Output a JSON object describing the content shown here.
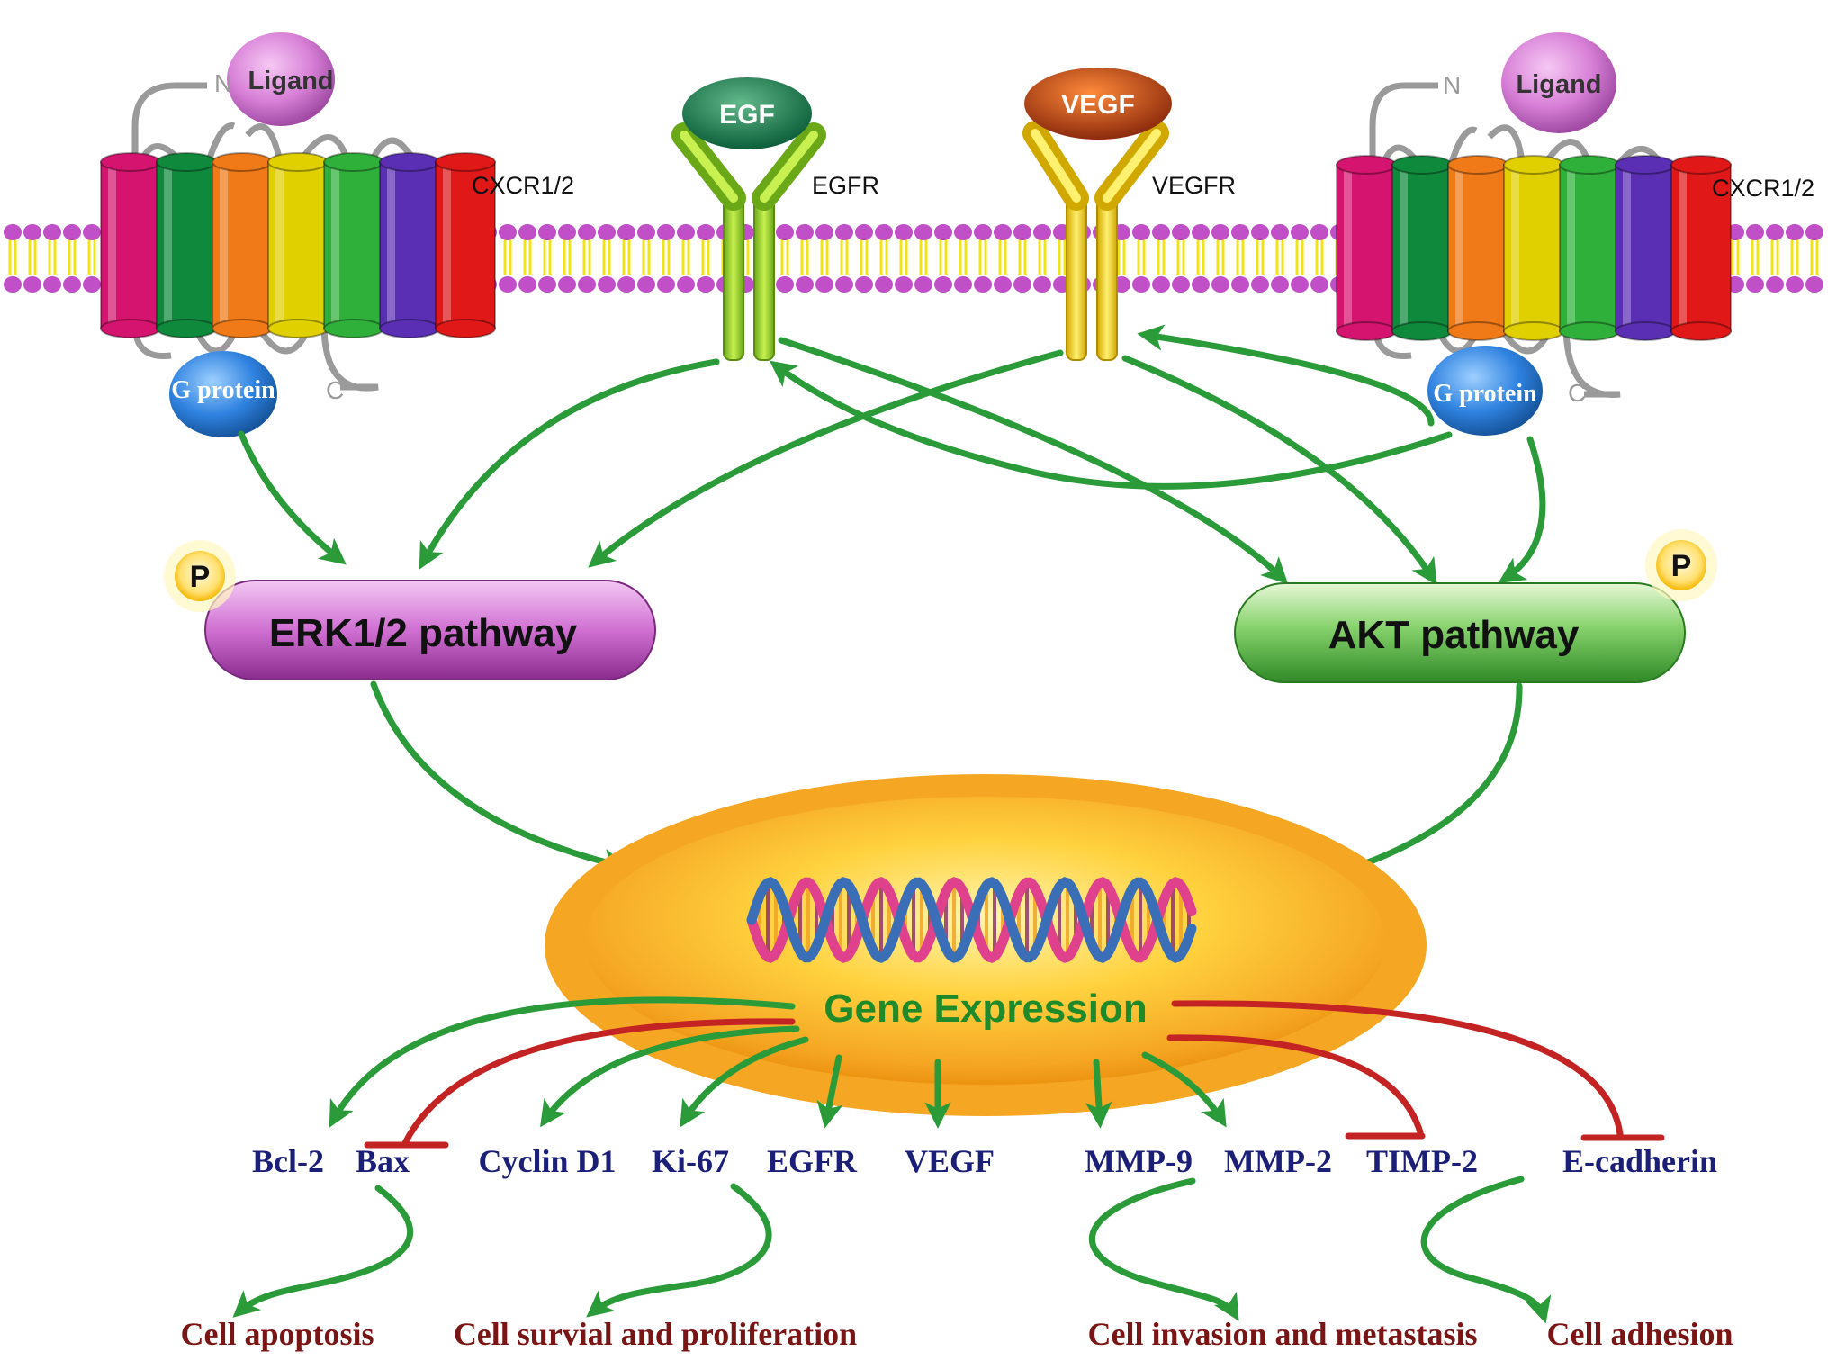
{
  "receptors": {
    "cxcr_left": "CXCR1/2",
    "cxcr_right": "CXCR1/2",
    "egfr": "EGFR",
    "vegfr": "VEGFR"
  },
  "ligands": {
    "ligand_left": "Ligand",
    "ligand_right": "Ligand",
    "egf": "EGF",
    "vegf": "VEGF"
  },
  "termini": {
    "n": "N",
    "c": "C"
  },
  "g_protein": "G protein",
  "pathways": {
    "erk": "ERK1/2 pathway",
    "akt": "AKT pathway",
    "phospho": "P"
  },
  "nucleus": {
    "gene_expression": "Gene Expression"
  },
  "targets": [
    "Bcl-2",
    "Bax",
    "Cyclin D1",
    "Ki-67",
    "EGFR",
    "VEGF",
    "MMP-9",
    "MMP-2",
    "TIMP-2",
    "E-cadherin"
  ],
  "outcomes": [
    "Cell apoptosis",
    "Cell survial and proliferation",
    "Cell invasion and metastasis",
    "Cell adhesion"
  ],
  "colors": {
    "activation_arrow": "#2b9b3a",
    "inhibition": "#c42323",
    "membrane_head": "#c04fc8",
    "membrane_tail": "#f2e414",
    "nucleus": "#f5a623",
    "erk_pathway": "#c85cc8",
    "akt_pathway": "#5fc34f",
    "target_text": "#1b1f78",
    "outcome_text": "#7a1515"
  },
  "helix_colors": [
    "#e0418c",
    "#3a6fb8",
    "#f0a020",
    "#8a2a6a"
  ]
}
